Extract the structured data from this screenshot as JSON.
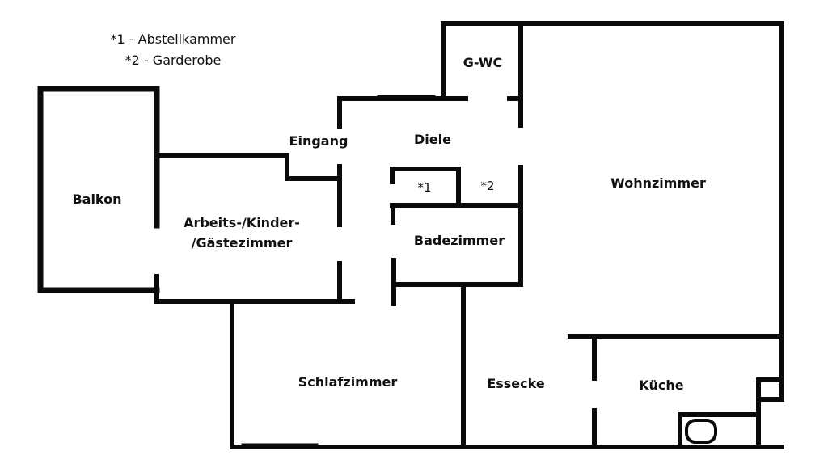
{
  "legend": {
    "line1": "*1 - Abstellkammer",
    "line2": "*2 - Garderobe"
  },
  "rooms": {
    "balkon": "Balkon",
    "arbeitszimmer_line1": "Arbeits-/Kinder-",
    "arbeitszimmer_line2": "/Gästezimmer",
    "eingang": "Eingang",
    "diele": "Diele",
    "gwc": "G-WC",
    "abstellkammer_marker": "*1",
    "garderobe_marker": "*2",
    "badezimmer": "Badezimmer",
    "wohnzimmer": "Wohnzimmer",
    "schlafzimmer": "Schlafzimmer",
    "essecke": "Essecke",
    "kueche": "Küche"
  },
  "colors": {
    "wall": "#0a0a0a",
    "background": "#ffffff"
  }
}
